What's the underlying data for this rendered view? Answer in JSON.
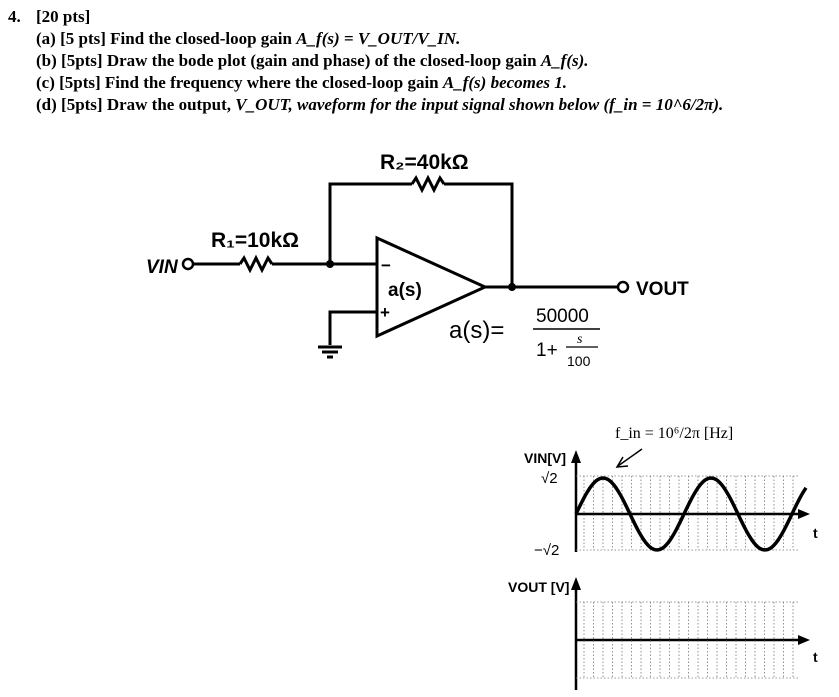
{
  "question": {
    "number": "4.",
    "points": "[20 pts]",
    "parts": [
      {
        "id": "a",
        "prefix": "(a) [5 pts] Find the closed-loop gain ",
        "math": "A_f(s) = V_OUT/V_IN."
      },
      {
        "id": "b",
        "prefix": "(b) [5pts] Draw the bode plot (gain and phase) of the closed-loop gain ",
        "math": "A_f(s)."
      },
      {
        "id": "c",
        "prefix": "(c) [5pts] Find the frequency where the closed-loop gain ",
        "math": "A_f(s) becomes 1."
      },
      {
        "id": "d",
        "prefix": "(d) [5pts] Draw the output, ",
        "math": "V_OUT, waveform for the input signal shown below (f_in = 10^6/2π)."
      }
    ]
  },
  "circuit": {
    "r2_label": "R₂=40kΩ",
    "r1_label": "R₁=10kΩ",
    "vin_label": "VIN",
    "vout_label": "VOUT",
    "opamp_label": "a(s)",
    "minus": "−",
    "plus": "+",
    "transfer_lhs": "a(s)=",
    "transfer_num": "50000",
    "transfer_den_prefix": "1+",
    "transfer_den_s": "s",
    "transfer_den_div": "100"
  },
  "waveforms": {
    "fin_label": "f_in = 10⁶/2π [Hz]",
    "vin_axis": "VIN[V]",
    "vout_axis": "VOUT [V]",
    "plus_amp": "√2",
    "minus_amp": "−√2",
    "t_label": "t"
  }
}
